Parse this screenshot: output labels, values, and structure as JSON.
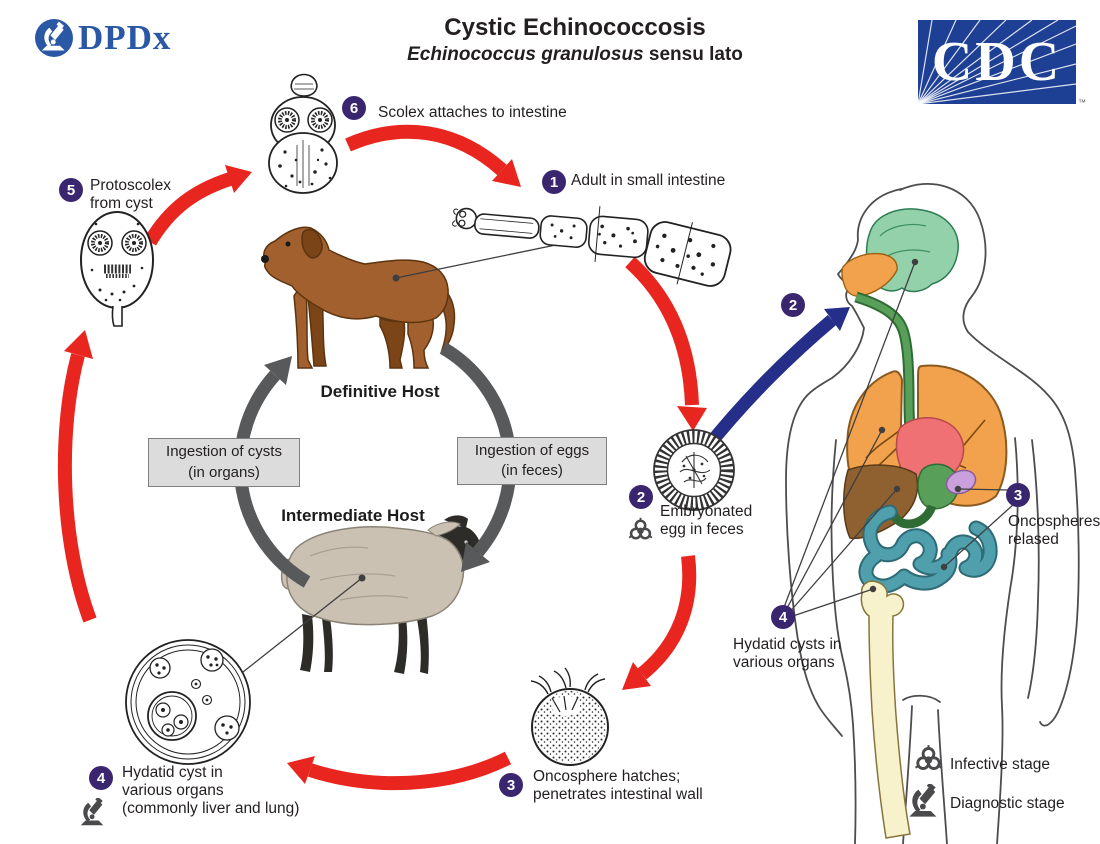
{
  "header": {
    "dpdx_label": "DPDx",
    "title": "Cystic Echinococcosis",
    "subtitle_italic": "Echinococcus granulosus",
    "subtitle_rest": " sensu lato",
    "cdc_label": "CDC",
    "cdc_tm": "™"
  },
  "cycle_stages": {
    "s1": {
      "num": "1",
      "label": "Adult in small intestine"
    },
    "s2": {
      "num": "2",
      "line1": "Embryonated",
      "line2": "egg in feces"
    },
    "s3": {
      "num": "3",
      "line1": "Oncosphere hatches;",
      "line2": "penetrates intestinal wall"
    },
    "s4": {
      "num": "4",
      "line1": "Hydatid cyst in",
      "line2": "various organs",
      "line3": "(commonly liver and lung)"
    },
    "s5": {
      "num": "5",
      "line1": "Protoscolex",
      "line2": "from cyst"
    },
    "s6": {
      "num": "6",
      "label": "Scolex attaches to intestine"
    }
  },
  "center": {
    "definitive_host": "Definitive Host",
    "intermediate_host": "Intermediate Host",
    "ingestion_cysts_line1": "Ingestion of cysts",
    "ingestion_cysts_line2": "(in organs)",
    "ingestion_eggs_line1": "Ingestion of eggs",
    "ingestion_eggs_line2": "(in feces)"
  },
  "human": {
    "s2_num": "2",
    "s3_num": "3",
    "s3_line1": "Oncospheres",
    "s3_line2": "relased",
    "s4_num": "4",
    "s4_line1": "Hydatid cysts in",
    "s4_line2": "various organs"
  },
  "legend": {
    "infective_label": "Infective stage",
    "diagnostic_label": "Diagnostic stage",
    "infective_icon": "biohazard-icon",
    "diagnostic_icon": "microscope-icon"
  },
  "colors": {
    "stage_badge": "#3a266e",
    "arrow_red": "#e8251f",
    "arrow_blue": "#252e88",
    "arrow_gray": "#58595b",
    "box_gray": "#dcdcdc",
    "cdc_blue": "#1d3f94",
    "dpdx_blue": "#2a58a5",
    "brain_green": "#92d1a9",
    "lung_orange": "#f2a24c",
    "heart_red": "#ef7173",
    "liver_brown": "#8f6130",
    "gut_teal": "#4f9fad",
    "stomach_green": "#58a05a",
    "spleen_purple": "#c9a0dc",
    "bone_cream": "#f7f2cb",
    "dog_brown": "#a2602e",
    "sheep_wool": "#cac1b3"
  }
}
